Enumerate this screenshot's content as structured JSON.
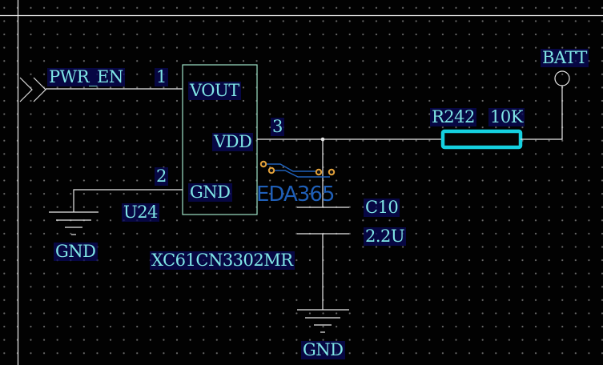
{
  "schematic": {
    "net_port": {
      "name": "PWR_EN"
    },
    "u24": {
      "designator": "U24",
      "part_number": "XC61CN3302MR",
      "pins": [
        {
          "number": "1",
          "name": "VOUT"
        },
        {
          "number": "2",
          "name": "GND"
        },
        {
          "number": "3",
          "name": "VDD"
        }
      ]
    },
    "r242": {
      "designator": "R242",
      "value": "10K"
    },
    "c10": {
      "designator": "C10",
      "value": "2.2U"
    },
    "batt": {
      "name": "BATT"
    },
    "grounds": [
      {
        "label": "GND"
      },
      {
        "label": "GND"
      }
    ],
    "watermark": "EDA365",
    "colors": {
      "wire": "#e8e8e8",
      "symbol_outline": "#9fe3c8",
      "label_text": "#7fe6e6",
      "selected_resistor": "#15d0e0",
      "via": "#e3a13a",
      "watermark": "#1f5fb8"
    }
  }
}
